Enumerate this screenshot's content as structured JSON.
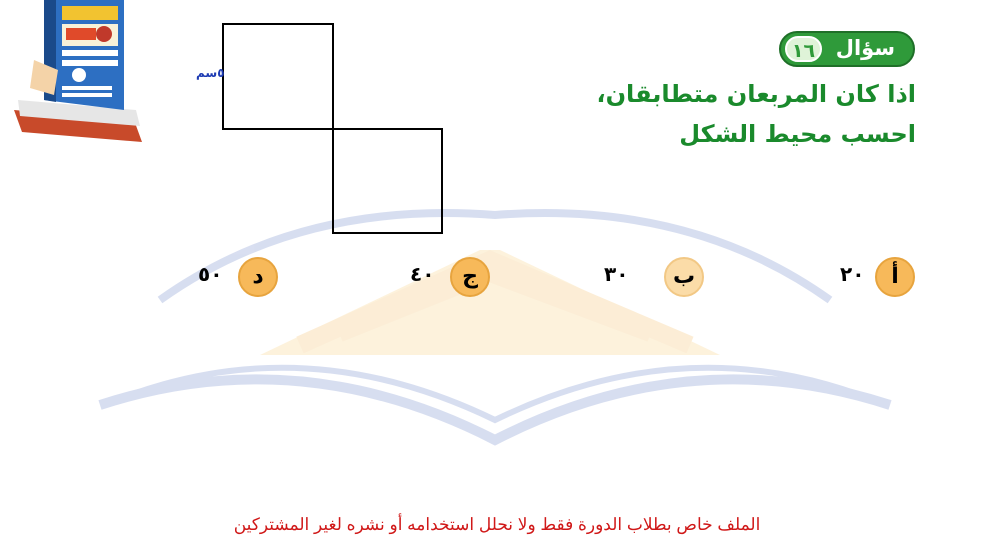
{
  "question": {
    "label": "سؤال",
    "number": "١٦",
    "line1": "اذا كان المربعان متطابقان،",
    "line2": "احسب محيط الشكل"
  },
  "figure": {
    "side_label": "٥سم"
  },
  "options": [
    {
      "letter": "أ",
      "value": "٢٠"
    },
    {
      "letter": "ب",
      "value": "٣٠"
    },
    {
      "letter": "ج",
      "value": "٤٠"
    },
    {
      "letter": "د",
      "value": "٥٠"
    }
  ],
  "footer": "الملف خاص بطلاب الدورة فقط ولا نحلل استخدامه أو نشره لغير المشتركين",
  "colors": {
    "accent_green": "#2f9a3a",
    "option_orange": "#f7b95a",
    "footer_red": "#d01818"
  }
}
